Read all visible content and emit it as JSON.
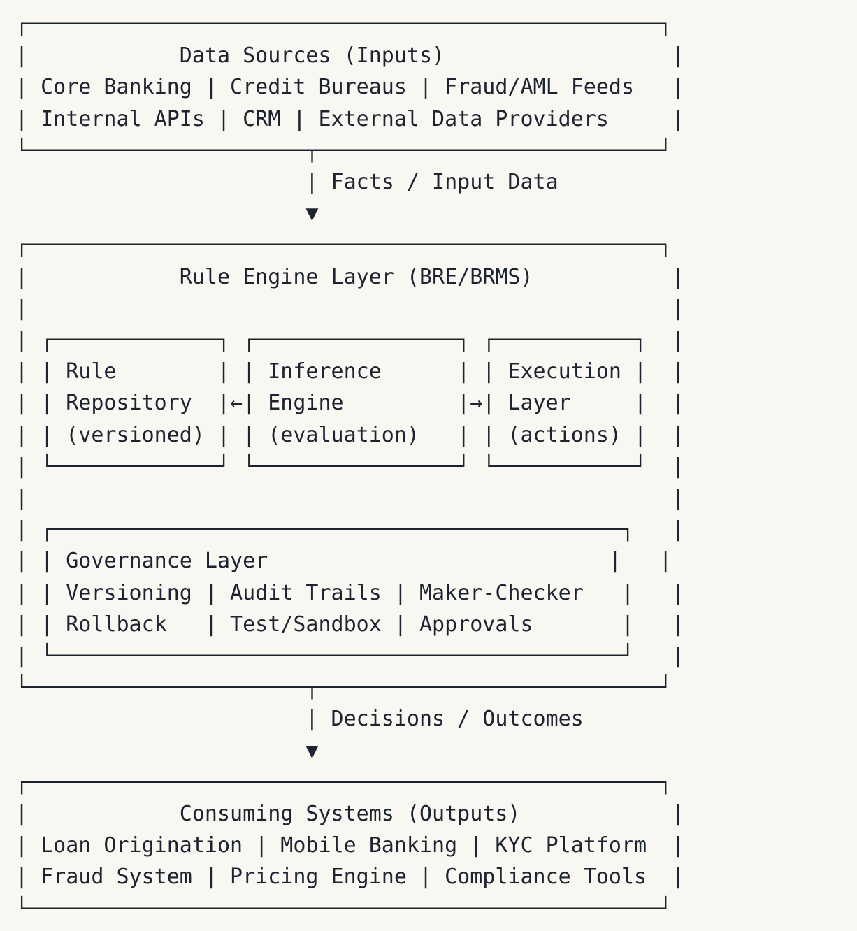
{
  "colors": {
    "background": "#f9f7f1",
    "ink": "#1d2430"
  },
  "diagram": {
    "kind": "ascii-architecture-diagram",
    "sections": {
      "data_sources": {
        "title": "Data Sources (Inputs)",
        "items": [
          "Core Banking",
          "Credit Bureaus",
          "Fraud/AML Feeds",
          "Internal APIs",
          "CRM",
          "External Data Providers"
        ],
        "lines": [
          "┌──────────────────────────────────────────────────┐",
          "|            Data Sources (Inputs)                  |",
          "| Core Banking | Credit Bureaus | Fraud/AML Feeds   |",
          "| Internal APIs | CRM | External Data Providers     |",
          "└──────────────────────┬───────────────────────────┘"
        ]
      },
      "facts_flow": {
        "label": "Facts / Input Data",
        "arrow_icon": "down-triangle",
        "lines": [
          "                       | Facts / Input Data",
          "                       ▼"
        ]
      },
      "rule_engine": {
        "title": "Rule Engine Layer (BRE/BRMS)",
        "components": [
          {
            "name": "Rule Repository",
            "detail": "(versioned)"
          },
          {
            "name": "Inference Engine",
            "detail": "(evaluation)"
          },
          {
            "name": "Execution Layer",
            "detail": "(actions)"
          }
        ],
        "arrows": [
          "left-arrow",
          "right-arrow"
        ],
        "governance": {
          "title": "Governance Layer",
          "items": [
            "Versioning",
            "Audit Trails",
            "Maker-Checker",
            "Rollback",
            "Test/Sandbox",
            "Approvals"
          ]
        },
        "lines": [
          "┌──────────────────────────────────────────────────┐",
          "|            Rule Engine Layer (BRE/BRMS)           |",
          "|                                                   |",
          "| ┌─────────────┐ ┌────────────────┐ ┌───────────┐  |",
          "| | Rule        | | Inference      | | Execution |  |",
          "| | Repository  |←| Engine         |→| Layer     |  |",
          "| | (versioned) | | (evaluation)   | | (actions) |  |",
          "| └─────────────┘ └────────────────┘ └───────────┘  |",
          "|                                                   |",
          "| ┌─────────────────────────────────────────────┐   |",
          "| | Governance Layer                           |   |",
          "| | Versioning | Audit Trails | Maker-Checker   |   |",
          "| | Rollback   | Test/Sandbox | Approvals       |   |",
          "| └─────────────────────────────────────────────┘   |",
          "└──────────────────────┬───────────────────────────┘"
        ]
      },
      "decisions_flow": {
        "label": "Decisions / Outcomes",
        "arrow_icon": "down-triangle",
        "lines": [
          "                       | Decisions / Outcomes",
          "                       ▼"
        ]
      },
      "consuming_systems": {
        "title": "Consuming Systems (Outputs)",
        "items": [
          "Loan Origination",
          "Mobile Banking",
          "KYC Platform",
          "Fraud System",
          "Pricing Engine",
          "Compliance Tools"
        ],
        "lines": [
          "┌──────────────────────────────────────────────────┐",
          "|            Consuming Systems (Outputs)            |",
          "| Loan Origination | Mobile Banking | KYC Platform  |",
          "| Fraud System | Pricing Engine | Compliance Tools  |",
          "└──────────────────────────────────────────────────┘"
        ]
      }
    }
  }
}
